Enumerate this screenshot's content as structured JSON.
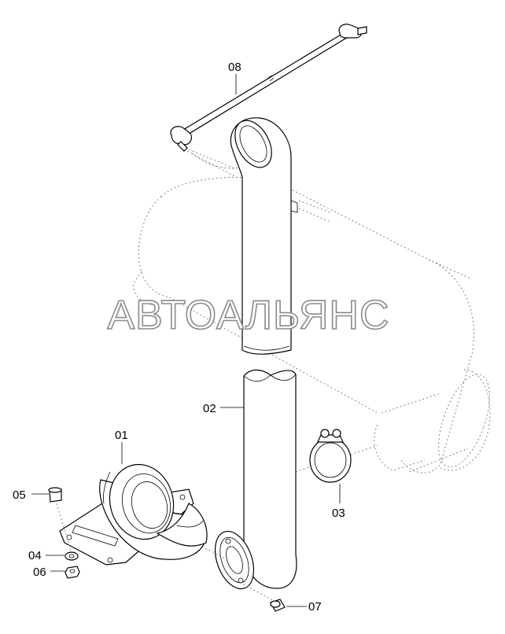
{
  "watermark": "АВТОАЛЬЯНС",
  "callouts": {
    "p01": "01",
    "p02": "02",
    "p03": "03",
    "p04": "04",
    "p05": "05",
    "p06": "06",
    "p07": "07",
    "p08": "08"
  },
  "colors": {
    "line": "#000000",
    "ghost": "#777777",
    "background": "#ffffff"
  }
}
